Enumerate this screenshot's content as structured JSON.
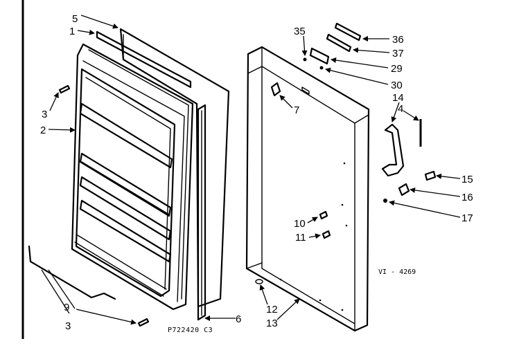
{
  "labels": {
    "p1": "1",
    "p2": "2",
    "p3a": "3",
    "p3b": "3",
    "p4": "4",
    "p5": "5",
    "p6": "6",
    "p7": "7",
    "p9": "9",
    "p10": "10",
    "p11": "11",
    "p12": "12",
    "p13": "13",
    "p14": "14",
    "p15": "15",
    "p16": "16",
    "p17": "17",
    "p29": "29",
    "p30": "30",
    "p35": "35",
    "p36": "36",
    "p37": "37"
  },
  "diagram_code": "P722420 C3",
  "reference": "VI - 4269"
}
